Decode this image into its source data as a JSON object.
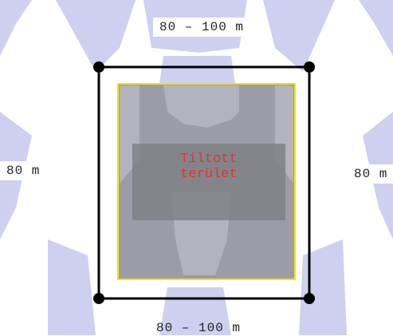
{
  "labels": {
    "top": "80 – 100 m",
    "bottom": "80 – 100 m",
    "left": "80 m",
    "right": "80 m"
  },
  "zone": {
    "text": "Tiltott\nterület"
  },
  "colors": {
    "frame": "#000000",
    "inner_border": "#f2e600",
    "zone_text": "#e8322a",
    "watermark": "#c9c9eb",
    "inner_fill": "#9a9aa6",
    "zone_fill": "#7f7f84"
  },
  "icons": [
    "corner-post-icon"
  ]
}
